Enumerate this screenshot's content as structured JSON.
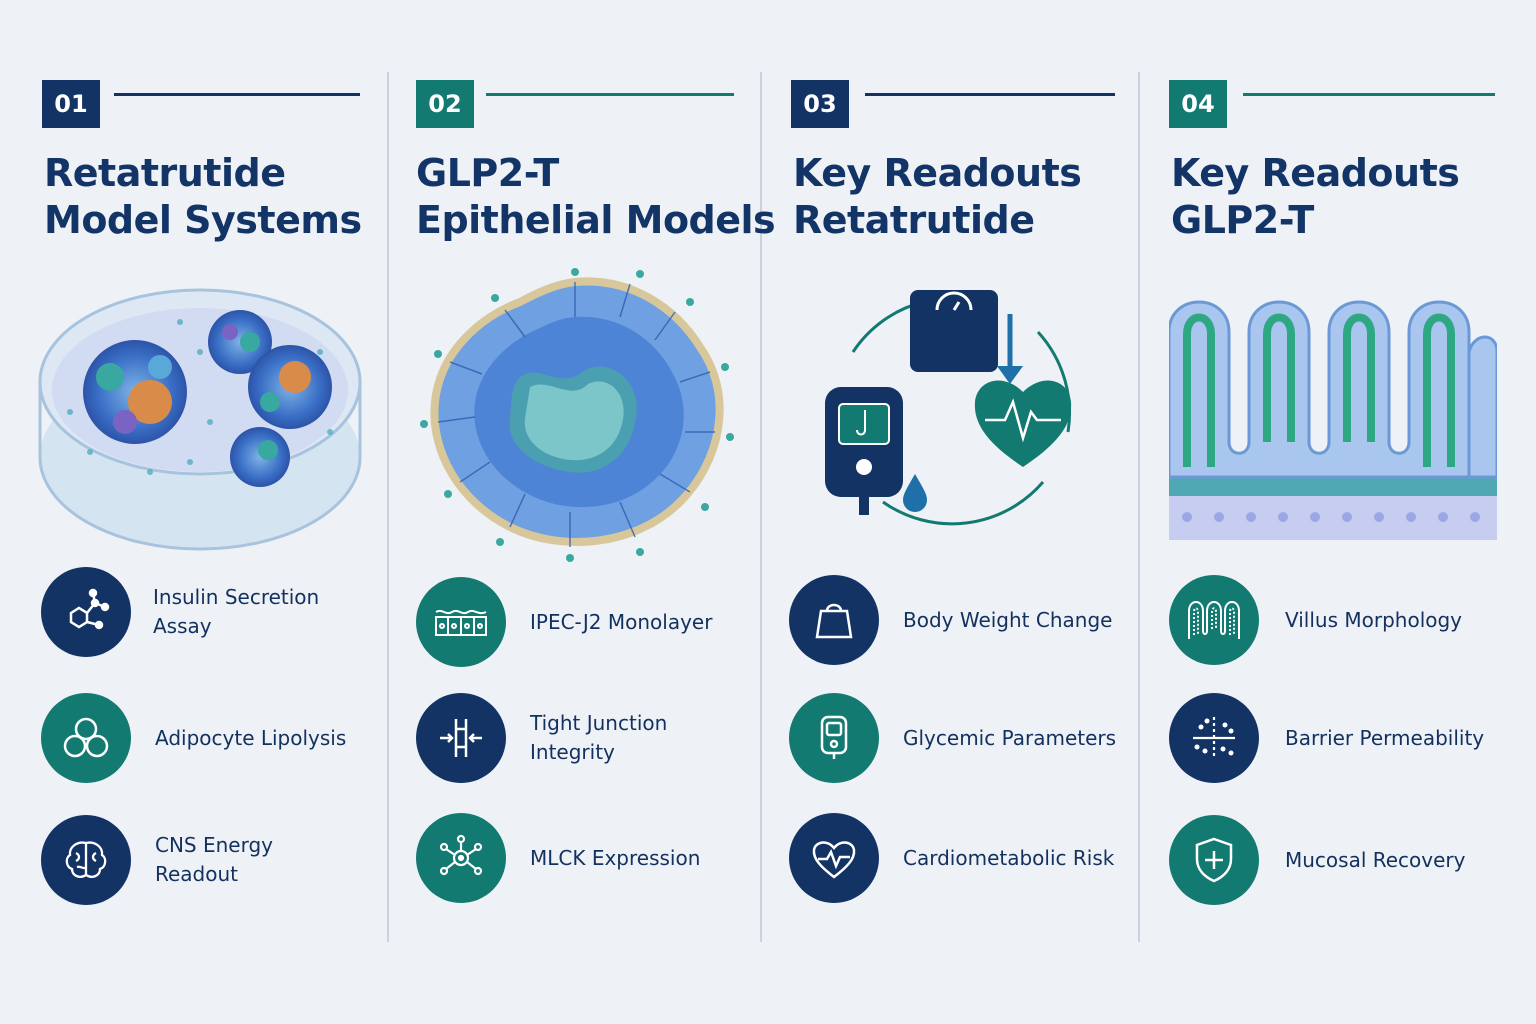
{
  "columns": [
    {
      "number": "01",
      "title_line1": "Retatrutide",
      "title_line2": "Model Systems",
      "items": [
        {
          "label": "Insulin Secretion Assay",
          "icon": "molecule-icon"
        },
        {
          "label": "Adipocyte Lipolysis",
          "icon": "fat-cells-icon"
        },
        {
          "label": "CNS Energy Readout",
          "icon": "brain-icon"
        }
      ]
    },
    {
      "number": "02",
      "title_line1": "GLP2-T",
      "title_line2": "Epithelial Models",
      "items": [
        {
          "label": "IPEC-J2 Monolayer",
          "icon": "cell-monolayer-icon"
        },
        {
          "label": "Tight Junction Integrity",
          "icon": "junction-icon"
        },
        {
          "label": "MLCK Expression",
          "icon": "enzyme-network-icon"
        }
      ]
    },
    {
      "number": "03",
      "title_line1": "Key Readouts",
      "title_line2": "Retatrutide",
      "items": [
        {
          "label": "Body Weight Change",
          "icon": "weight-bag-icon"
        },
        {
          "label": "Glycemic Parameters",
          "icon": "glucometer-icon"
        },
        {
          "label": "Cardiometabolic Risk",
          "icon": "heart-pulse-icon"
        }
      ]
    },
    {
      "number": "04",
      "title_line1": "Key Readouts",
      "title_line2": "GLP2-T",
      "items": [
        {
          "label": "Villus Morphology",
          "icon": "villi-icon"
        },
        {
          "label": "Barrier Permeability",
          "icon": "barrier-icon"
        },
        {
          "label": "Mucosal Recovery",
          "icon": "shield-plus-icon"
        }
      ]
    }
  ],
  "colors": {
    "navy": "#133365",
    "teal": "#137a72",
    "background": "#eef1f5"
  }
}
